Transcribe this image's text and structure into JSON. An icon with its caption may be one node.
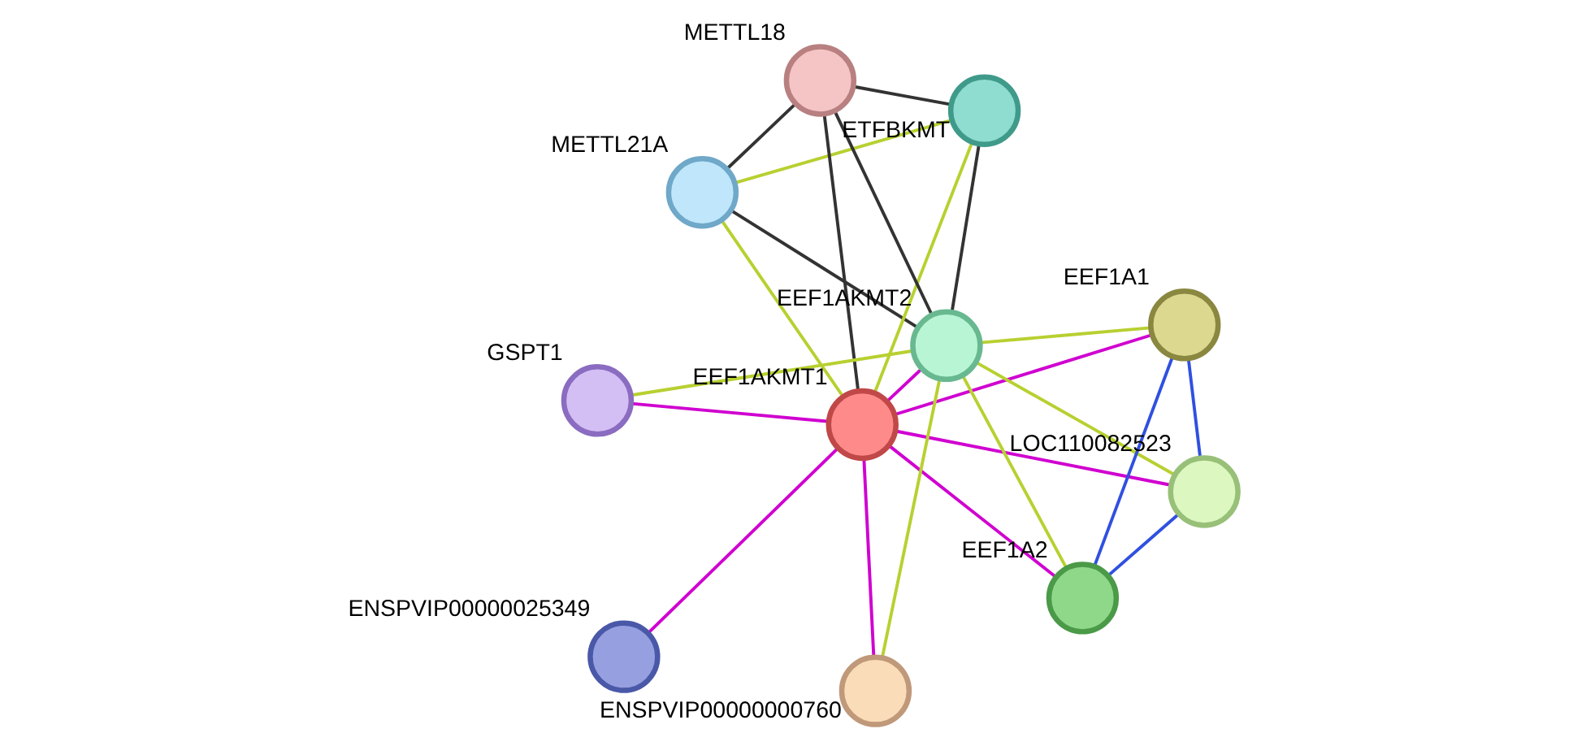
{
  "diagram": {
    "nodes": [
      {
        "text": [
          "METTL21A"
        ]
      },
      {
        "text": [
          "ETFBKMT"
        ]
      },
      {
        "text": [
          "ENSPVIP00000025349"
        ]
      },
      {
        "text": [
          "METTL18"
        ]
      },
      {
        "text": [
          "EEF1AKMT1"
        ]
      },
      {
        "text": [
          "EEF1AKMT2"
        ]
      },
      {
        "text": [
          "GSPT1"
        ]
      },
      {
        "text": [
          "EEF1A1"
        ]
      },
      {
        "text": [
          "EEF1A2"
        ]
      },
      {
        "text": [
          "LOC110082523"
        ]
      },
      {
        "text": [
          "ENSPVIP00000000760"
        ]
      }
    ],
    "edges": [
      {
        "from": 0,
        "to": 1,
        "arrow": "none"
      },
      {
        "from": 0,
        "to": 3,
        "arrow": "none",
        "color": "#333333"
      },
      {
        "from": 0,
        "to": 4,
        "arrow": "none"
      },
      {
        "from": 0,
        "to": 5,
        "arrow": "none",
        "color": "#333333"
      },
      {
        "from": 1,
        "to": 3,
        "arrow": "none",
        "color": "#333333"
      },
      {
        "from": 1,
        "to": 4,
        "arrow": "none"
      },
      {
        "from": 1,
        "to": 5,
        "arrow": "none",
        "color": "#333333"
      },
      {
        "from": 3,
        "to": 4,
        "arrow": "none",
        "color": "#333333"
      },
      {
        "from": 3,
        "to": 5,
        "arrow": "none",
        "color": "#333333"
      },
      {
        "from": 2,
        "to": 4,
        "arrow": "none",
        "color": "#d000d0"
      },
      {
        "from": 4,
        "to": 5,
        "arrow": "none",
        "color": "#d000d0"
      },
      {
        "from": 4,
        "to": 6,
        "arrow": "none",
        "color": "#d000d0"
      },
      {
        "from": 4,
        "to": 7,
        "arrow": "none",
        "color": "#d000d0"
      },
      {
        "from": 4,
        "to": 8,
        "arrow": "none",
        "color": "#d000d0"
      },
      {
        "from": 4,
        "to": 9,
        "arrow": "none",
        "color": "#d000d0"
      },
      {
        "from": 4,
        "to": 10,
        "arrow": "none",
        "color": "#d000d0"
      },
      {
        "from": 5,
        "to": 6,
        "arrow": "none"
      },
      {
        "from": 5,
        "to": 7,
        "arrow": "none"
      },
      {
        "from": 5,
        "to": 8,
        "arrow": "none"
      },
      {
        "from": 5,
        "to": 9,
        "arrow": "none"
      },
      {
        "from": 5,
        "to": 10,
        "arrow": "none"
      },
      {
        "from": 7,
        "to": 8,
        "arrow": "none",
        "color": "#3050e0"
      },
      {
        "from": 7,
        "to": 9,
        "arrow": "none",
        "color": "#3050e0"
      },
      {
        "from": 8,
        "to": 9,
        "arrow": "none",
        "color": "#3050e0"
      }
    ]
  }
}
